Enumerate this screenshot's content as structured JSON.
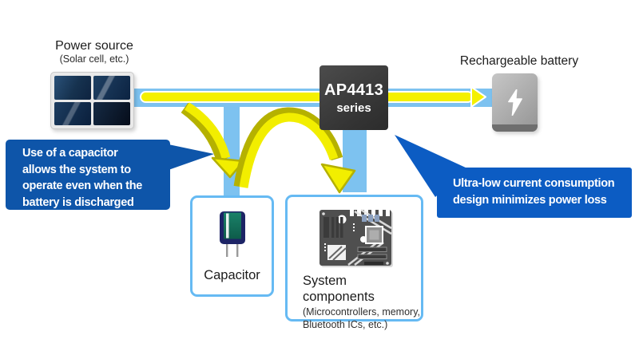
{
  "diagram_title": "AP4413 energy-harvesting power flow diagram",
  "power_source": {
    "title": "Power source",
    "subtitle": "(Solar cell, etc.)"
  },
  "rechargeable_battery": {
    "title": "Rechargeable battery"
  },
  "chip": {
    "name": "AP4413",
    "series": "series"
  },
  "capacitor": {
    "label": "Capacitor"
  },
  "system_components": {
    "title": "System components",
    "subtitle": "(Microcontrollers, memory,\nBluetooth ICs, etc.)"
  },
  "callouts": {
    "capacitor_note": "Use of a capacitor\nallows the system to\noperate even when the\nbattery is discharged",
    "chip_note": "Ultra-low current consumption\ndesign minimizes power loss"
  },
  "colors": {
    "flow_band_blue": "#7dc2f0",
    "flow_yellow": "#f4f000",
    "arrow_shadow_olive": "#b5b100",
    "callout_left_blue": "#0e55a9",
    "callout_right_blue": "#0c5cc3",
    "box_border_blue": "#66baf3",
    "chip_dark": "#3a3a3a",
    "solar_cell_navy": "#10294a",
    "battery_gray": "#a8a8a8",
    "capacitor_teal": "#15735c",
    "capacitor_navy": "#1d2466"
  }
}
